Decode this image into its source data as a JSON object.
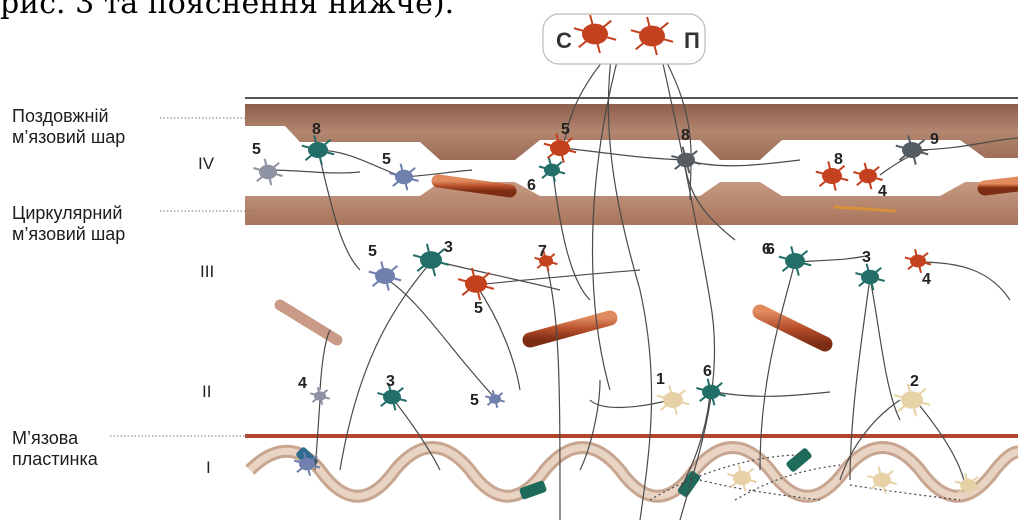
{
  "header_fragment": "рис. 3 та пояснення нижче).",
  "layers": [
    {
      "line1": "Поздовжній",
      "line2": "м’язовий шар"
    },
    {
      "line1": "Циркулярний",
      "line2": "м’язовий шар"
    },
    {
      "line1": "М’язова",
      "line2": "пластинка"
    }
  ],
  "roman": [
    "IV",
    "III",
    "II",
    "I"
  ],
  "top_labels": {
    "left": "С",
    "right": "П"
  },
  "numbers": [
    "8",
    "5",
    "5",
    "5",
    "8",
    "6",
    "8",
    "9",
    "6",
    "4",
    "5",
    "3",
    "7",
    "5",
    "6",
    "3",
    "4",
    "4",
    "3",
    "5",
    "1",
    "6",
    "2"
  ],
  "colors": {
    "longitudinal": "#9a6b55",
    "circular": "#b27c63",
    "mucosa_line": "#b3452b",
    "vessel": "#b5502f",
    "fiber": "#444444",
    "neuron_teal": "#236e68",
    "neuron_red": "#c4411f",
    "neuron_grey": "#8d93a3",
    "neuron_blue": "#6f7fae",
    "neuron_dark": "#555d63",
    "neuron_pale": "#e7d2a8"
  }
}
